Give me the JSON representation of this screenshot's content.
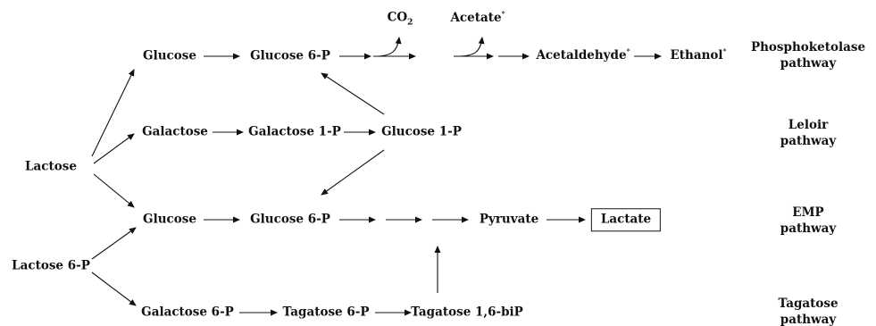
{
  "nodes": {
    "lactose": "Lactose",
    "lactose6p": "Lactose 6-P",
    "glucose_top": "Glucose",
    "glucose6p_top": "Glucose 6-P",
    "co2_main": "CO",
    "co2_sub": "2",
    "acetate": "Acetate",
    "acetate_mark": "*",
    "acetaldehyde": "Acetaldehyde",
    "acetaldehyde_mark": "*",
    "ethanol": "Ethanol",
    "ethanol_mark": "*",
    "galactose": "Galactose",
    "galactose1p": "Galactose 1-P",
    "glucose1p": "Glucose 1-P",
    "glucose_emp": "Glucose",
    "glucose6p_emp": "Glucose 6-P",
    "pyruvate": "Pyruvate",
    "lactate": "Lactate",
    "galactose6p": "Galactose 6-P",
    "tagatose6p": "Tagatose 6-P",
    "tagatose16bip": "Tagatose 1,6-biP"
  },
  "pathways": {
    "phosphoketolase": [
      "Phosphoketolase",
      "pathway"
    ],
    "leloir": [
      "Leloir",
      "pathway"
    ],
    "emp": [
      "EMP",
      "pathway"
    ],
    "tagatose": [
      "Tagatose",
      "pathway"
    ]
  },
  "colors": {
    "ink": "#111111",
    "background": "#ffffff"
  }
}
